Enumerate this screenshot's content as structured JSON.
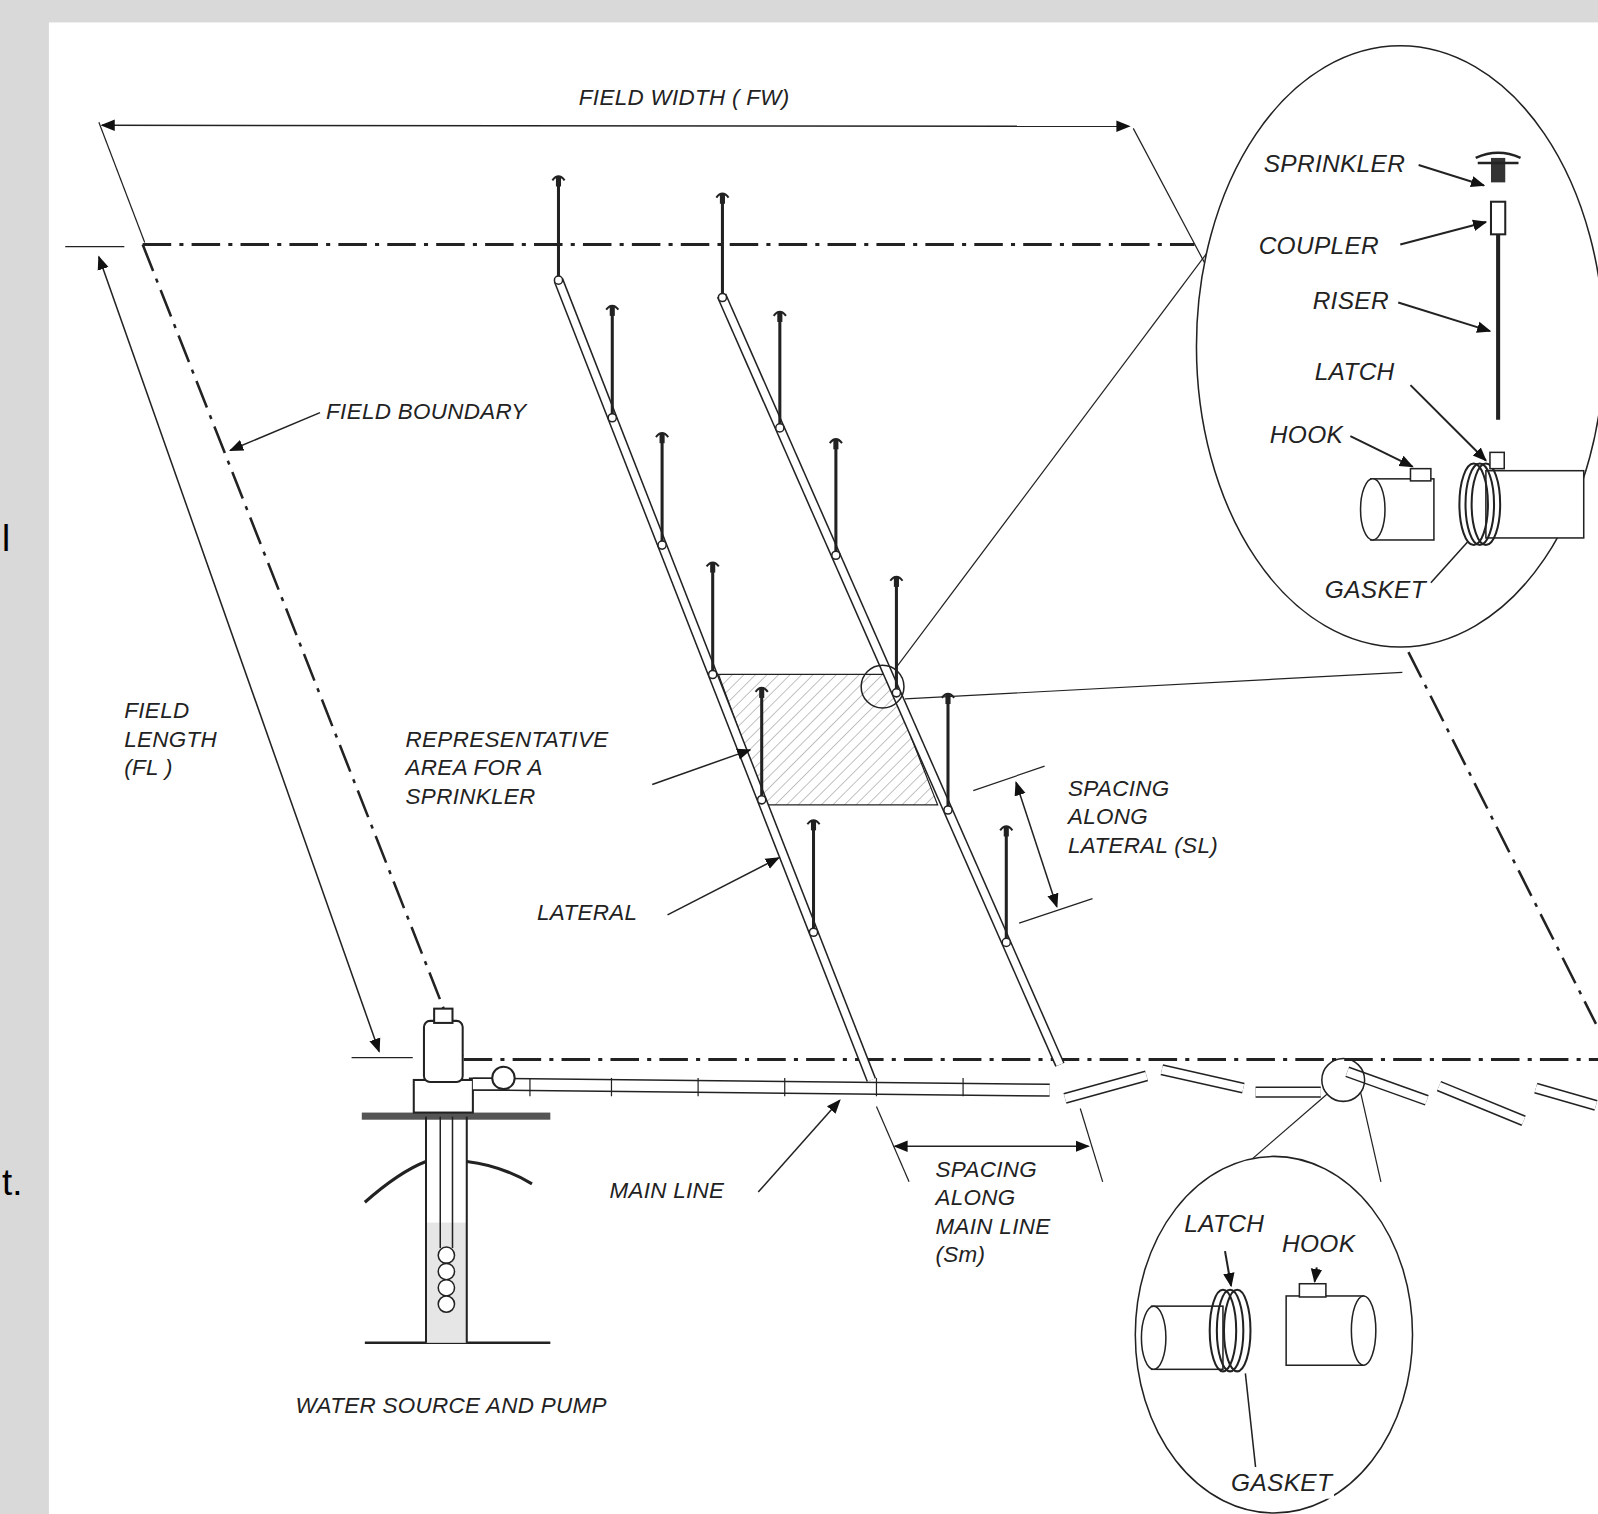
{
  "diagram": {
    "labels": [
      "FIELD WIDTH ( FW)",
      "SPRINKLER",
      "COUPLER",
      "RISER",
      "LATCH",
      "HOOK",
      "GASKET",
      "FIELD BOUNDARY",
      "FIELD LENGTH (FL )",
      "REPRESENTATIVE AREA FOR A SPRINKLER",
      "SPACING ALONG LATERAL (SL)",
      "LATERAL",
      "MAIN LINE",
      "SPACING ALONG MAIN LINE (Sm)",
      "LATCH",
      "HOOK",
      "GASKET",
      "WATER SOURCE AND PUMP",
      "l",
      "t."
    ]
  }
}
